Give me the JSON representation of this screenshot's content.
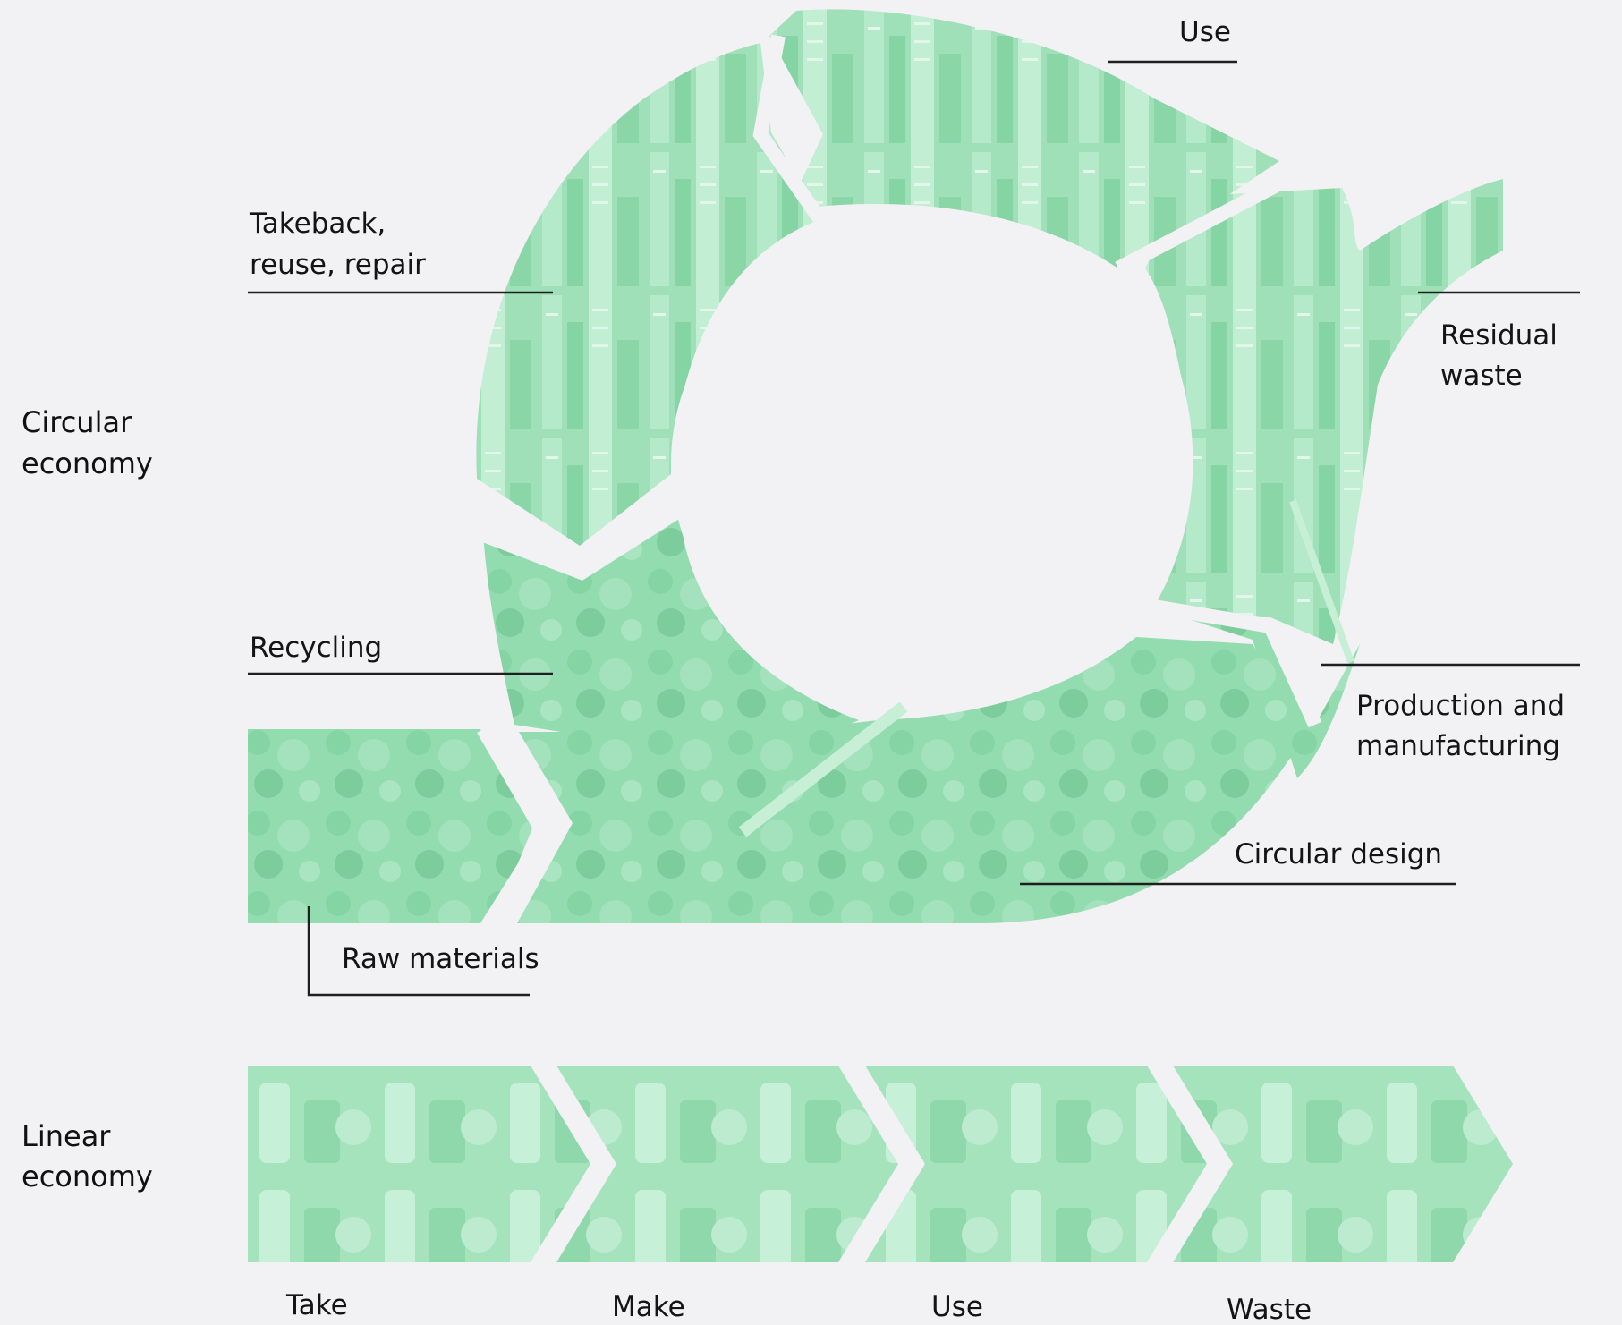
{
  "colors": {
    "background": "#f2f1f3",
    "shape_fill": "#93dcb0",
    "shape_fill_light": "#b8ead0",
    "shape_fill_dark": "#6fc690",
    "text": "#141414"
  },
  "sections": {
    "circular": {
      "line1": "Circular",
      "line2": "economy"
    },
    "linear": {
      "line1": "Linear",
      "line2": "economy"
    }
  },
  "circular_stages": {
    "use": "Use",
    "takeback": {
      "line1": "Takeback,",
      "line2": "reuse, repair"
    },
    "residual": {
      "line1": "Residual",
      "line2": "waste"
    },
    "recycling": "Recycling",
    "production": {
      "line1": "Production and",
      "line2": "manufacturing"
    },
    "circular_design": "Circular design",
    "raw_materials": "Raw materials"
  },
  "linear_stages": {
    "take": "Take",
    "make": "Make",
    "use": "Use",
    "waste": "Waste"
  }
}
